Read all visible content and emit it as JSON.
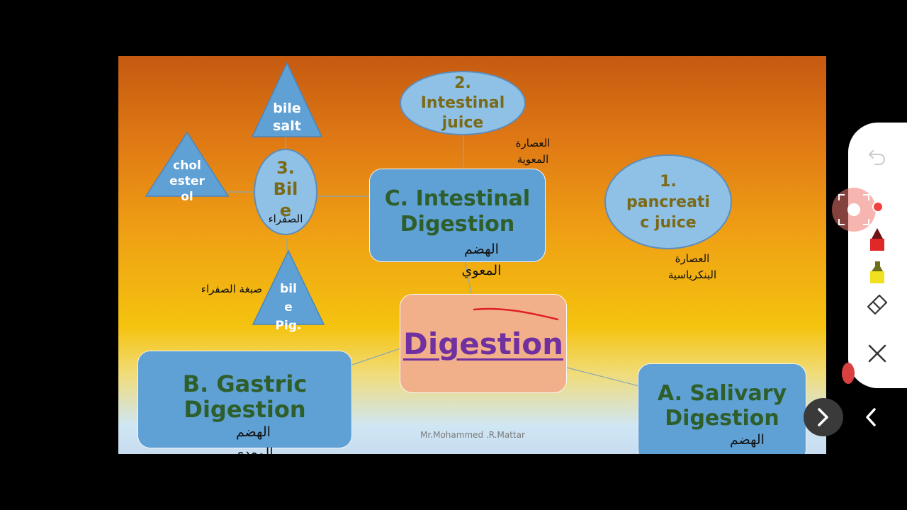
{
  "nodes": {
    "center": "Digestion",
    "intestinal": "C. Intestinal Digestion",
    "intestinal_ar_line1": "الهضم",
    "intestinal_ar_line2": "المعوي",
    "gastric": "B. Gastric Digestion",
    "gastric_ar_line1": "الهضم",
    "gastric_ar_line2": "المعدي",
    "salivary": "A. Salivary Digestion",
    "salivary_ar_line1": "الهضم",
    "bile_line1": "3.",
    "bile_line2": "Bil",
    "bile_line3": "e",
    "bile_ar": "الصفراء",
    "intestinal_juice_line1": "2.",
    "intestinal_juice_line2": "Intestinal",
    "intestinal_juice_line3": "juice",
    "intestinal_juice_ar_line1": "العصارة",
    "intestinal_juice_ar_line2": "المعوية",
    "pancreatic_line1": "1.",
    "pancreatic_line2": "pancreati",
    "pancreatic_line3": "c juice",
    "pancreatic_ar_line1": "العصارة",
    "pancreatic_ar_line2": "البنكرياسية",
    "bile_salt_line1": "bile",
    "bile_salt_line2": "salt",
    "cholesterol_line1": "chol",
    "cholesterol_line2": "ester",
    "cholesterol_line3": "ol",
    "bile_pig_line1": "bil",
    "bile_pig_line2": "e",
    "bile_pig_line3": "Pig.",
    "bile_pig_ar": "صبغة الصفراء"
  },
  "footer": "Mr.Mohammed .R.Mattar",
  "colors": {
    "box": "#5fa0d5",
    "center_box": "#f2b08a",
    "box_text": "#2e5e2a",
    "center_text": "#7030a0",
    "oval_text": "#7a6a18"
  },
  "toolbar": {
    "undo_icon": "undo-icon",
    "record_icon": "record-icon",
    "red_pen_icon": "red-pen-icon",
    "highlighter_icon": "highlighter-icon",
    "eraser_icon": "eraser-icon",
    "close_icon": "close-icon",
    "collapse_icon": "chevron-left-icon",
    "next_icon": "chevron-right-icon"
  }
}
